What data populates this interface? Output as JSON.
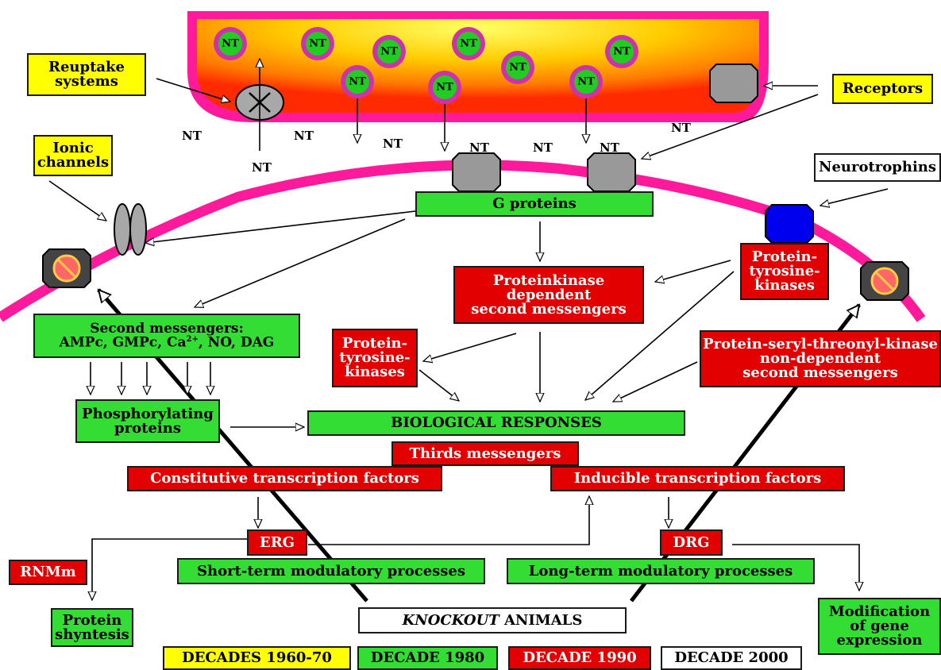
{
  "labels": {
    "reuptake": [
      "Reuptake",
      "systems"
    ],
    "receptors": "Receptors",
    "ionic": [
      "Ionic",
      "channels"
    ],
    "neurotrophins": "Neurotrophins",
    "g_proteins": "G proteins",
    "ptk_right": [
      "Protein-",
      "tyrosine-",
      "kinases"
    ],
    "pk_dep": [
      "Proteinkinase",
      "dependent",
      "second messengers"
    ],
    "second_msg_title": "Second messengers:",
    "second_msg_body": "AMPc, GMPc, Ca",
    "second_msg_sup": "2+",
    "second_msg_tail": ", NO, DAG",
    "ptk_left": [
      "Protein-",
      "tyrosine-",
      "kinases"
    ],
    "psk": [
      "Protein-seryl-threonyl-kinase",
      "non-dependent",
      "second messengers"
    ],
    "phos": [
      "Phosphorylating",
      "proteins"
    ],
    "bio": "BIOLOGICAL RESPONSES",
    "thirds": "Thirds messengers",
    "constitutive": "Constitutive transcription factors",
    "inducible": "Inducible transcription factors",
    "erg": "ERG",
    "drg": "DRG",
    "rnm": "RNMm",
    "short": "Short-term modulatory processes",
    "long": "Long-term modulatory processes",
    "protein_syn": [
      "Protein",
      "shyntesis"
    ],
    "knockout_em": "KNOCKOUT",
    "knockout_rest": " ANIMALS",
    "modification": [
      "Modification",
      "of gene",
      "expression"
    ],
    "nt": "NT"
  },
  "legend": [
    {
      "label": "DECADES 1960-70",
      "color": "yellow"
    },
    {
      "label": "DECADE 1980",
      "color": "green"
    },
    {
      "label": "DECADE 1990",
      "color": "red"
    },
    {
      "label": "DECADE 2000",
      "color": "white"
    }
  ],
  "colors": {
    "membrane": "#ff1a9c",
    "yellow": "#ffff00",
    "green": "#33dd33",
    "red": "#e20000",
    "vesicle_ring": "#cc33aa",
    "receptor_grey": "#999999",
    "trk_blue": "#0000ee"
  }
}
